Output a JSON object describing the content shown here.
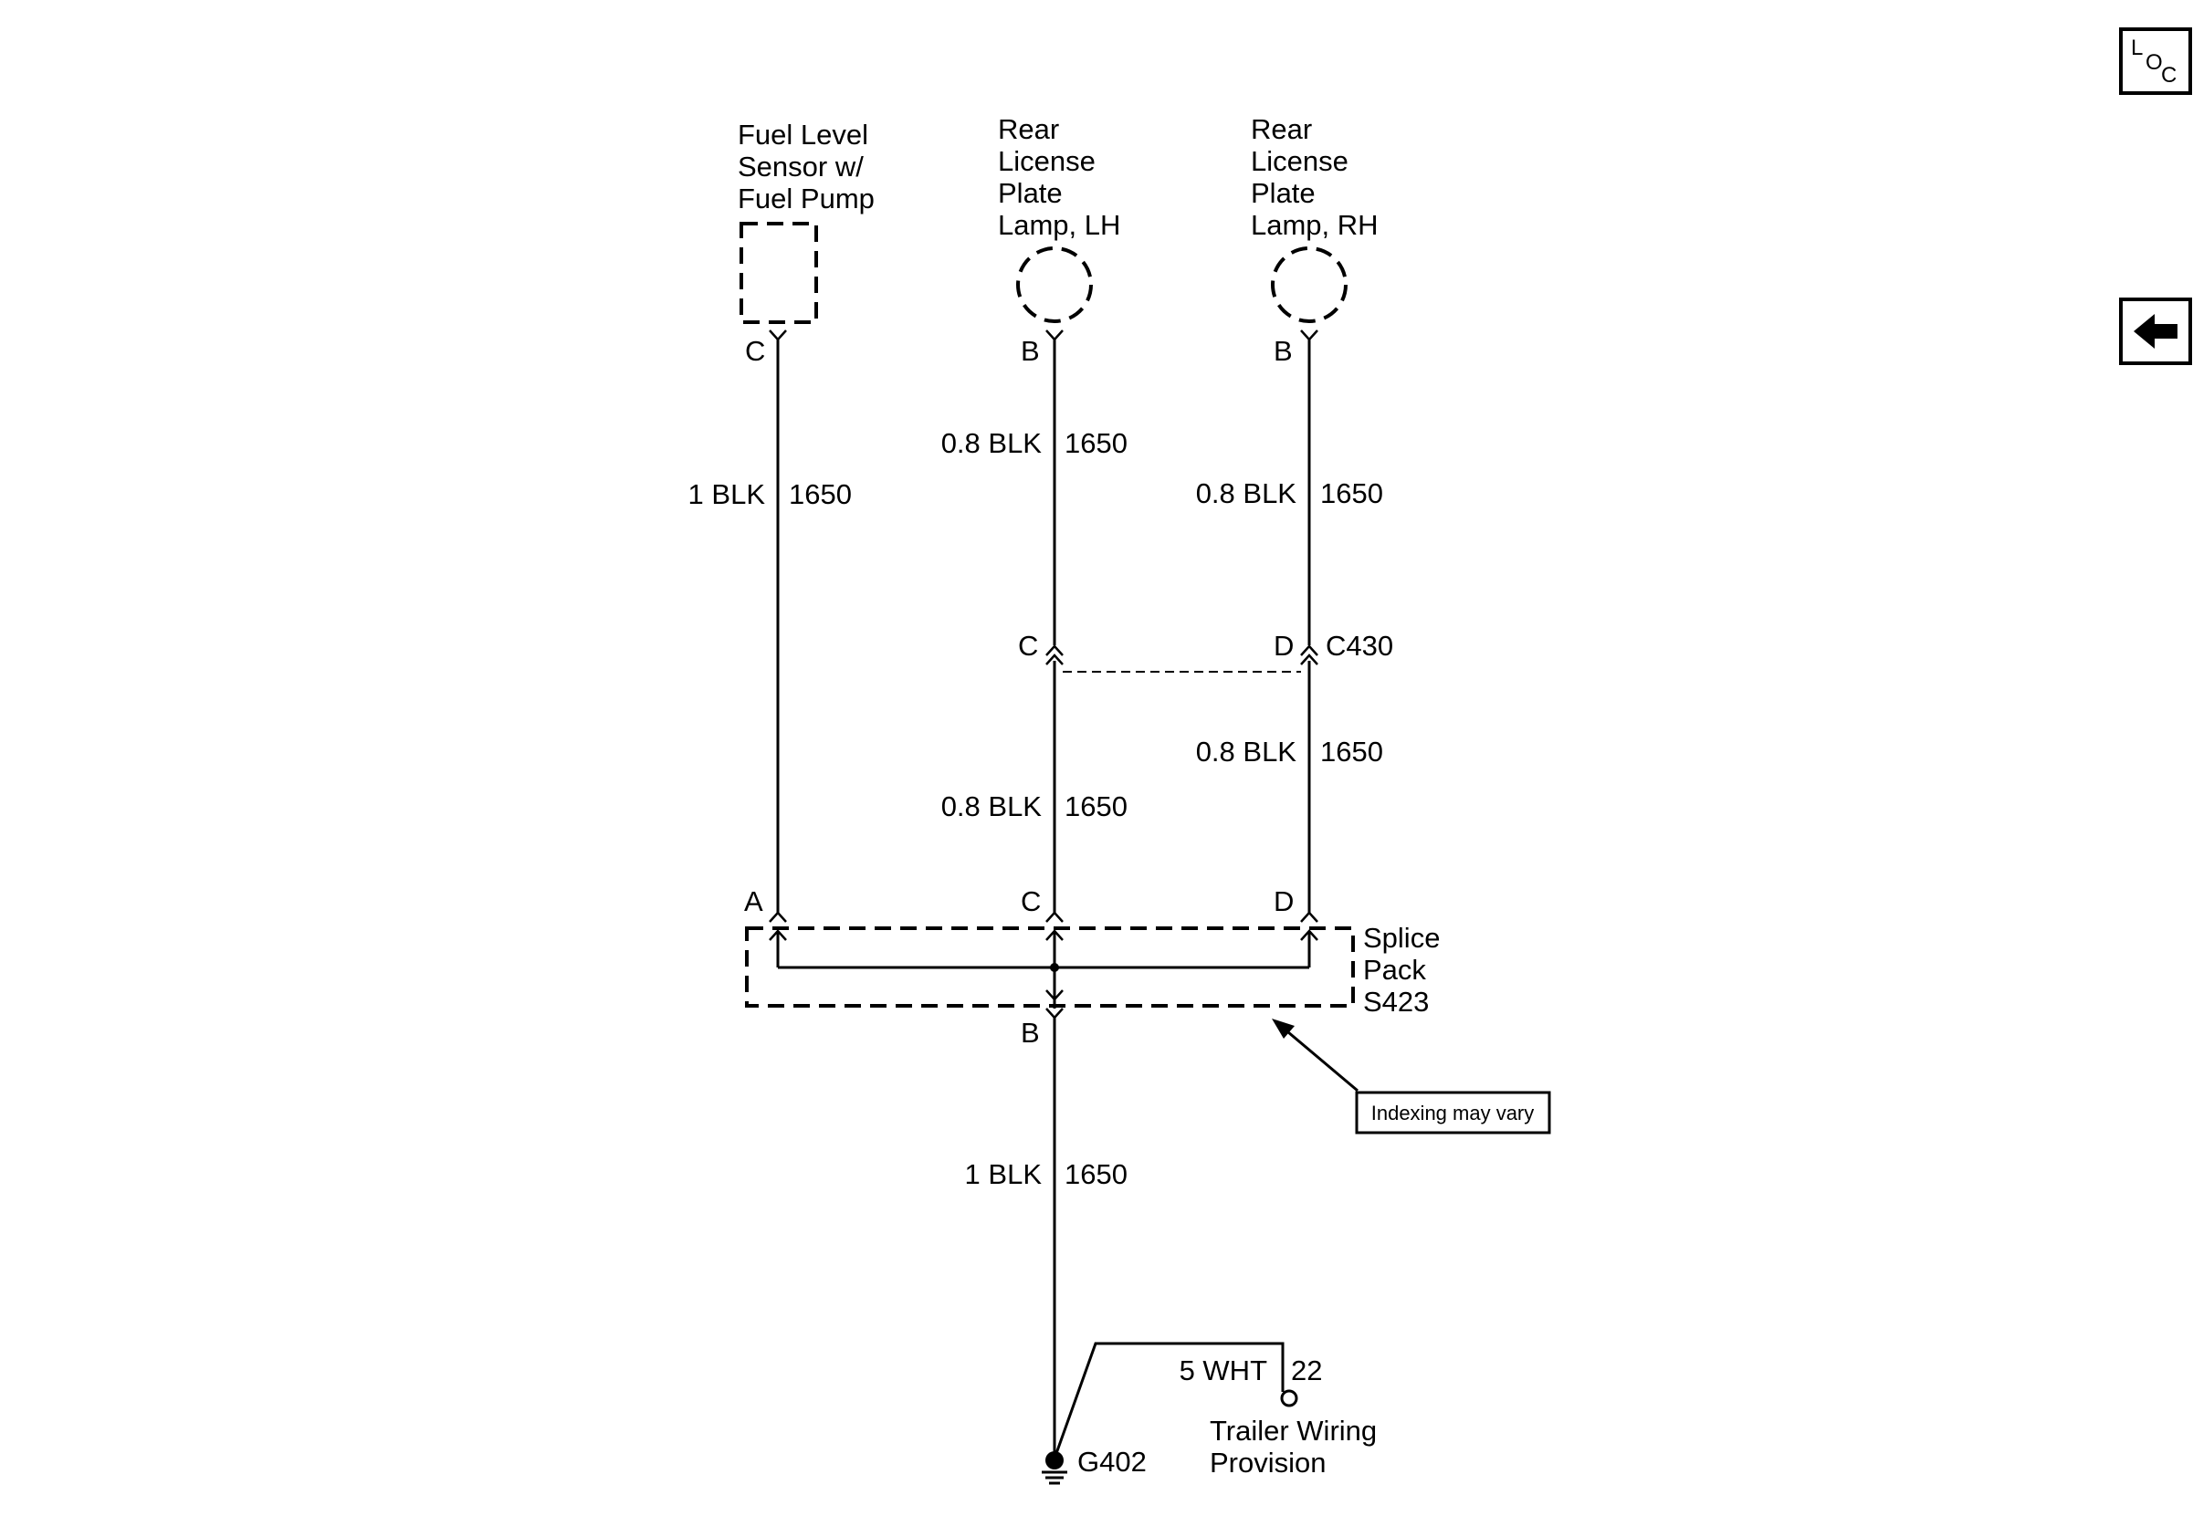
{
  "components": {
    "fuel_sensor": [
      "Fuel Level",
      "Sensor w/",
      "Fuel Pump"
    ],
    "lamp_lh": [
      "Rear",
      "License",
      "Plate",
      "Lamp, LH"
    ],
    "lamp_rh": [
      "Rear",
      "License",
      "Plate",
      "Lamp, RH"
    ],
    "splice": [
      "Splice",
      "Pack",
      "S423"
    ],
    "trailer": [
      "Trailer Wiring",
      "Provision"
    ]
  },
  "pins": {
    "fuel_top": "C",
    "lh_top": "B",
    "rh_top": "B",
    "c430_lh": "C",
    "c430_rh": "D",
    "splice_a": "A",
    "splice_c": "C",
    "splice_d": "D",
    "splice_b": "B"
  },
  "wires": {
    "fuel_gauge": "1 BLK",
    "fuel_circuit": "1650",
    "lh_upper_gauge": "0.8 BLK",
    "lh_upper_circuit": "1650",
    "rh_upper_gauge": "0.8 BLK",
    "rh_upper_circuit": "1650",
    "lh_lower_gauge": "0.8 BLK",
    "lh_lower_circuit": "1650",
    "rh_lower_gauge": "0.8 BLK",
    "rh_lower_circuit": "1650",
    "ground_gauge": "1 BLK",
    "ground_circuit": "1650",
    "trailer_gauge": "5 WHT",
    "trailer_circuit": "22"
  },
  "connector_c430": "C430",
  "ground_id": "G402",
  "note": "Indexing may vary",
  "nav": {
    "loc_l": "L",
    "loc_o": "O",
    "loc_c": "C",
    "back_icon": "left-arrow-icon"
  }
}
